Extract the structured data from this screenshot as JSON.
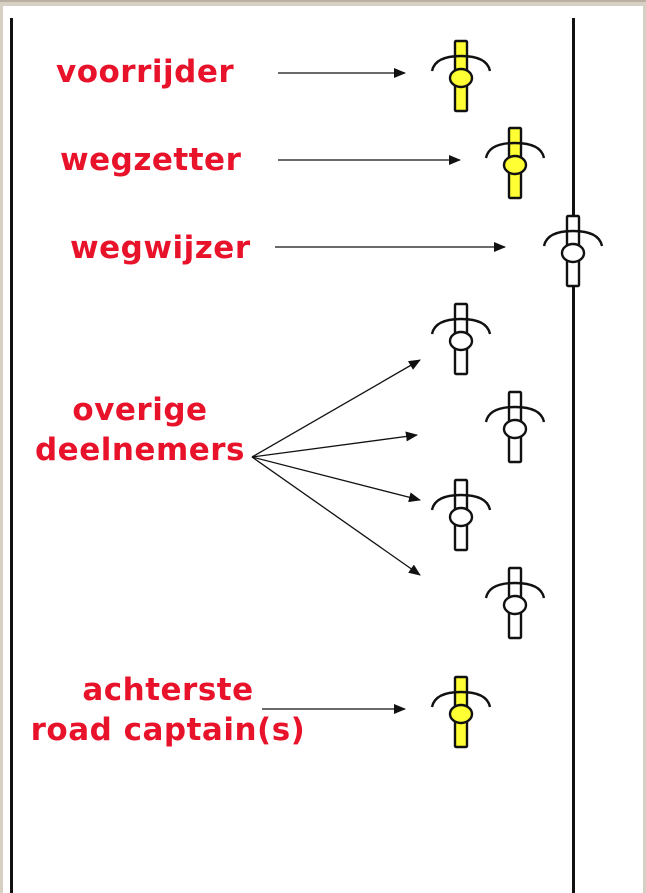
{
  "labels": {
    "voorrijder": "voorrijder",
    "wegzetter": "wegzetter",
    "wegwijzer": "wegwijzer",
    "overige_line1": "overige",
    "overige_line2": "deelnemers",
    "achterste_line1": "achterste",
    "achterste_line2": "road captain(s)"
  },
  "colors": {
    "label": "#e8132a",
    "road_captain_fill": "#ffff33",
    "participant_fill": "#ffffff",
    "stroke": "#111111"
  },
  "motorcycles": [
    {
      "role": "voorrijder",
      "fill": "yellow"
    },
    {
      "role": "wegzetter",
      "fill": "yellow"
    },
    {
      "role": "wegwijzer",
      "fill": "white"
    },
    {
      "role": "deelnemer",
      "fill": "white"
    },
    {
      "role": "deelnemer",
      "fill": "white"
    },
    {
      "role": "deelnemer",
      "fill": "white"
    },
    {
      "role": "deelnemer",
      "fill": "white"
    },
    {
      "role": "achterste",
      "fill": "yellow"
    }
  ]
}
